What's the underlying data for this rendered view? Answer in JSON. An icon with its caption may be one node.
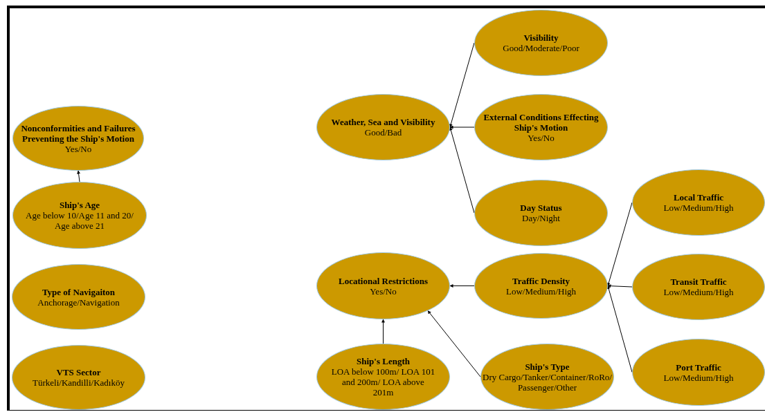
{
  "diagram": {
    "nodes": [
      {
        "text": [
          "Nonconformities and Failures Preventing the Ship's Motion",
          "Yes/No"
        ]
      },
      {
        "text": [
          "Ship's Age",
          "Age below 10/Age 11 and 20/ Age above 21"
        ]
      },
      {
        "text": [
          "Type of Navigaiton",
          "Anchorage/Navigation"
        ]
      },
      {
        "text": [
          "VTS Sector",
          "Türkeli/Kandilli/Kadıköy"
        ]
      },
      {
        "text": [
          "Visibility",
          "Good/Moderate/Poor"
        ]
      },
      {
        "text": [
          "Weather, Sea and Visibility",
          "Good/Bad"
        ]
      },
      {
        "text": [
          "External Conditions Effecting Ship's Motion",
          "Yes/No"
        ]
      },
      {
        "text": [
          "Day Status",
          "Day/Night"
        ]
      },
      {
        "text": [
          "Local Traffic",
          "Low/Medium/High"
        ]
      },
      {
        "text": [
          "Locational Restrictions",
          "Yes/No"
        ]
      },
      {
        "text": [
          "Traffic Density",
          "Low/Medium/High"
        ]
      },
      {
        "text": [
          "Transit Traffic",
          "Low/Medium/High"
        ]
      },
      {
        "text": [
          "Ship's Length",
          "LOA below 100m/ LOA 101 and 200m/ LOA above 201m"
        ]
      },
      {
        "text": [
          "Ship's Type",
          "Dry Cargo/Tanker/Container/RoRo/ Passenger/Other"
        ]
      },
      {
        "text": [
          "Port Traffic",
          "Low/Medium/High"
        ]
      }
    ],
    "edges": [
      {
        "from": 1,
        "to": 0,
        "arrow": "to"
      },
      {
        "from": 4,
        "to": 5,
        "arrow": "to"
      },
      {
        "from": 6,
        "to": 5,
        "arrow": "to"
      },
      {
        "from": 7,
        "to": 5,
        "arrow": "to"
      },
      {
        "from": 10,
        "to": 9,
        "arrow": "to"
      },
      {
        "from": 12,
        "to": 9,
        "arrow": "to"
      },
      {
        "from": 13,
        "to": 9,
        "arrow": "to"
      },
      {
        "from": 8,
        "to": 10,
        "arrow": "to"
      },
      {
        "from": 11,
        "to": 10,
        "arrow": "to"
      },
      {
        "from": 14,
        "to": 10,
        "arrow": "to"
      }
    ]
  }
}
